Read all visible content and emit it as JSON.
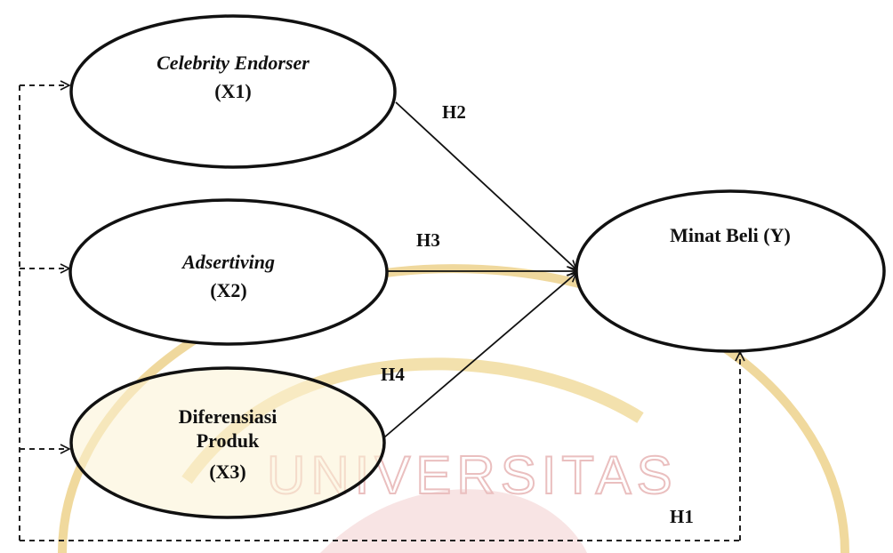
{
  "watermark": {
    "text": "UNIVERSITAS",
    "outline_color": "#e9c77a",
    "text_color": "#e7b4b4"
  },
  "constructs": {
    "x1": {
      "name": "Celebrity Endorser",
      "code": "(X1)"
    },
    "x2": {
      "name": "Adsertiving",
      "code": "(X2)"
    },
    "x3": {
      "name_line1": "Diferensiasi",
      "name_line2": "Produk",
      "code": "(X3)"
    },
    "y": {
      "name": "Minat Beli (Y)"
    }
  },
  "hypotheses": {
    "h1": "H1",
    "h2": "H2",
    "h3": "H3",
    "h4": "H4"
  }
}
